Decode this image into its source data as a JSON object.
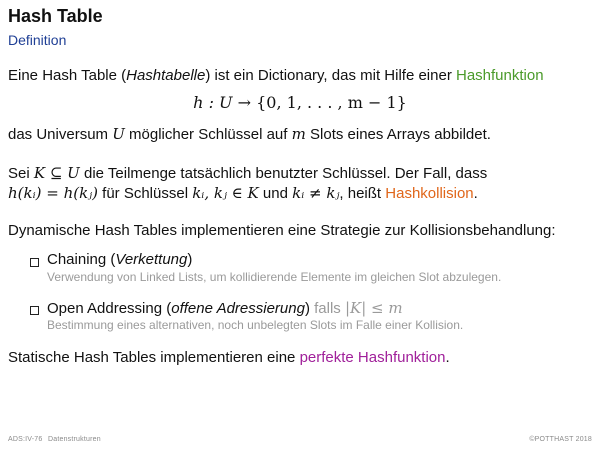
{
  "slide": {
    "title": "Hash Table",
    "subtitle": "Definition"
  },
  "para1": {
    "part1": "Eine Hash Table (",
    "italic": "Hashtabelle",
    "part2": ") ist ein Dictionary, das mit Hilfe einer ",
    "highlight": "Hashfunktion"
  },
  "formula": {
    "lhs": "h : U",
    "arrow": "→",
    "rhs": "{0, 1, . . . , m − 1}"
  },
  "para2": {
    "part1": "das Universum ",
    "var_U": "U",
    "part2": " möglicher Schlüssel auf ",
    "var_m": "m",
    "part3": " Slots eines Arrays abbildet."
  },
  "para3": {
    "line1_part1": "Sei ",
    "line1_math": "K ⊆ U",
    "line1_part2": " die Teilmenge tatsächlich benutzter Schlüssel. Der Fall, dass",
    "line2_math1": "h(kᵢ) = h(kⱼ)",
    "line2_part1": " für Schlüssel ",
    "line2_math2": "kᵢ, kⱼ ∈ K",
    "line2_part2": " und ",
    "line2_math3": "kᵢ ≠ kⱼ",
    "line2_part3": ", heißt ",
    "highlight": "Hashkollision",
    "line2_end": "."
  },
  "para4": {
    "text": "Dynamische Hash Tables implementieren eine Strategie zur Kollisionsbehandlung:"
  },
  "bullets": [
    {
      "label_part1": "Chaining (",
      "label_italic": "Verkettung",
      "label_part2": ")",
      "desc": "Verwendung von Linked Lists, um kollidierende Elemente im gleichen Slot abzulegen."
    },
    {
      "label_part1": "Open Addressing (",
      "label_italic": "offene Adressierung",
      "label_part2": ")",
      "label_gray_prefix": " falls ",
      "label_gray_math": "|K| ≤ m",
      "desc": "Bestimmung eines alternativen, noch unbelegten Slots im Falle einer Kollision."
    }
  ],
  "para5": {
    "part1": "Statische Hash Tables implementieren eine ",
    "highlight": "perfekte Hashfunktion",
    "end": "."
  },
  "footer": {
    "slide_id": "ADS:IV-76",
    "topic": "Datenstrukturen",
    "copyright": "©POTTHAST 2018"
  },
  "colors": {
    "title": "#111111",
    "subtitle": "#1f3f95",
    "hashfunktion": "#4a9a2a",
    "hashkollision": "#e0661a",
    "perfekte": "#a0209a",
    "gray_text": "#9a9a9a"
  }
}
